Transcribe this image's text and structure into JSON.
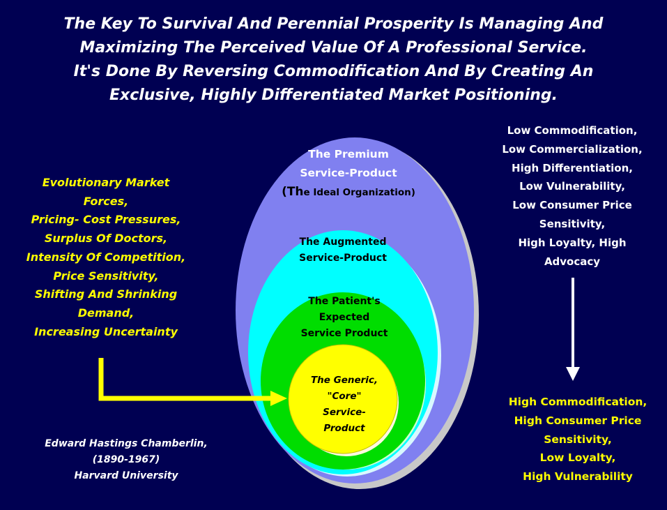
{
  "title": {
    "lines": [
      "The Key To Survival And Perennial Prosperity Is Managing And",
      "Maximizing The Perceived Value Of A Professional Service.",
      "It's Done By Reversing Commodification And By Creating An",
      "Exclusive, Highly Differentiated Market Positioning."
    ]
  },
  "market_forces": {
    "lines": [
      "Evolutionary Market",
      "Forces,",
      "Pricing- Cost Pressures,",
      "Surplus Of Doctors,",
      "Intensity Of Competition,",
      "Price Sensitivity,",
      "Shifting And Shrinking",
      "Demand,",
      "Increasing Uncertainty"
    ]
  },
  "attribution": {
    "lines": [
      "Edward Hastings Chamberlin,",
      "(1890-1967)",
      "Harvard University"
    ]
  },
  "rings": {
    "premium": {
      "line1": "The Premium",
      "line2": "Service-Product",
      "line3_prefix": "(Th",
      "line3_rest": "e Ideal Organization)"
    },
    "augmented": {
      "line1": "The Augmented",
      "line2": "Service-Product"
    },
    "expected": {
      "line1": "The Patient's",
      "line2": "Expected",
      "line3": "Service Product"
    },
    "core": {
      "line1": "The Generic,",
      "line2": "\"Core\"",
      "line3": "Service-",
      "line4": "Product"
    }
  },
  "right_top": {
    "lines": [
      "Low Commodification,",
      "Low Commercialization,",
      "High Differentiation,",
      "Low Vulnerability,",
      "Low Consumer Price",
      "Sensitivity,",
      "High Loyalty, High",
      "Advocacy"
    ]
  },
  "right_bottom": {
    "lines": [
      "High Commodification,",
      "High Consumer Price",
      "Sensitivity,",
      "Low Loyalty,",
      "High Vulnerability"
    ]
  },
  "colors": {
    "background": "#000052",
    "premium": "#8080f0",
    "augmented": "#00ffff",
    "expected": "#00dd00",
    "core": "#ffff00",
    "arrow_yellow": "#ffff00",
    "arrow_white": "#ffffff"
  }
}
